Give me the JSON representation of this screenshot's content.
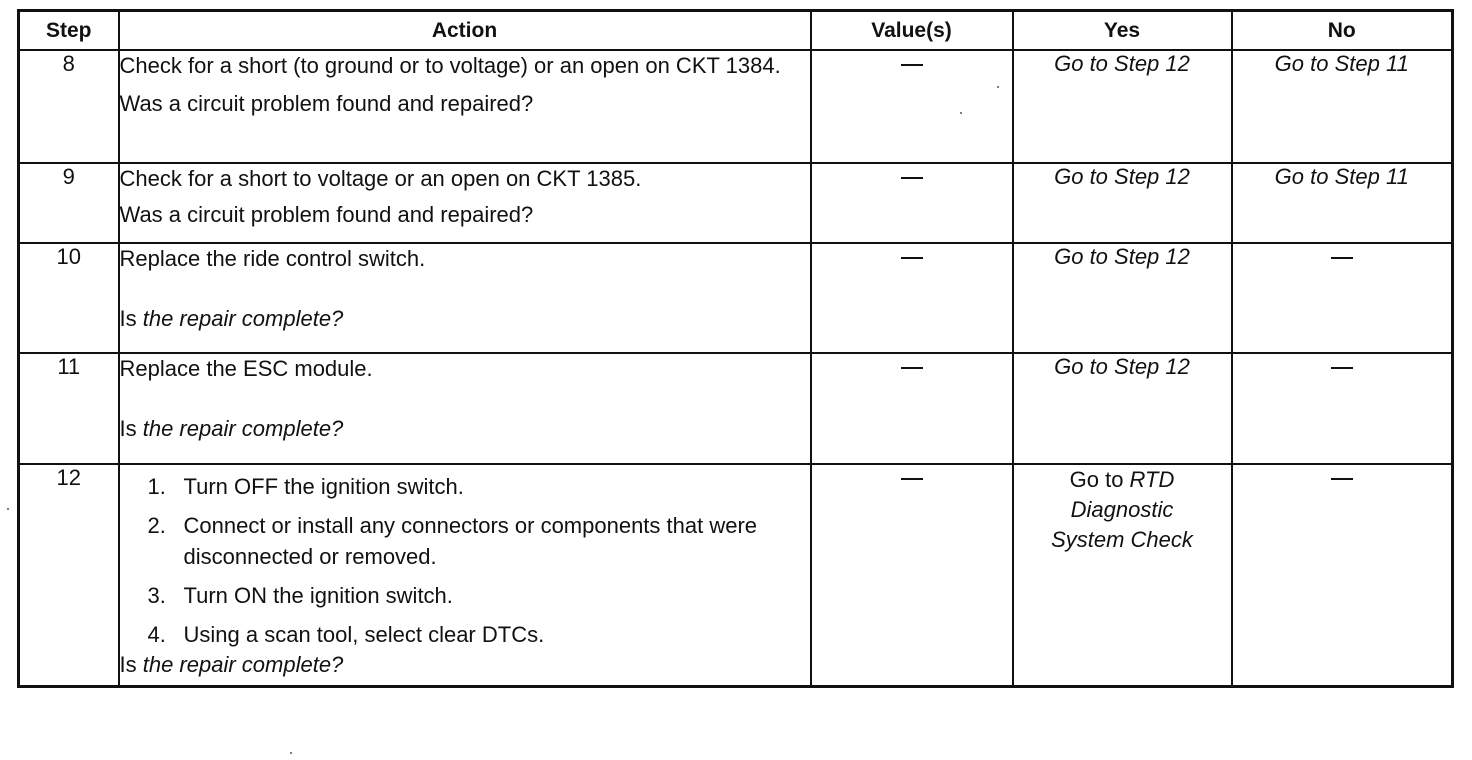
{
  "headers": {
    "step": "Step",
    "action": "Action",
    "values": "Value(s)",
    "yes": "Yes",
    "no": "No"
  },
  "rows": [
    {
      "step": "8",
      "action_lines": [
        "Check for a short (to ground or to voltage) or an open on CKT 1384."
      ],
      "question": "Was a circuit problem found and repaired?",
      "value": "—",
      "yes": "Go to Step 12",
      "no": "Go to Step 11"
    },
    {
      "step": "9",
      "action_lines": [
        "Check for a short to voltage or an open on CKT 1385."
      ],
      "question": "Was a circuit problem found and repaired?",
      "value": "—",
      "yes": "Go to Step 12",
      "no": "Go to Step 11"
    },
    {
      "step": "10",
      "action_lines": [
        "Replace the ride control switch."
      ],
      "question_prefix": "Is ",
      "question": "the repair complete?",
      "value": "—",
      "yes": "Go to Step 12",
      "no": "—"
    },
    {
      "step": "11",
      "action_lines": [
        "Replace the ESC module."
      ],
      "question_prefix": "Is ",
      "question": "the repair complete?",
      "value": "—",
      "yes": "Go to Step 12",
      "no": "—"
    },
    {
      "step": "12",
      "steps": [
        {
          "num": "1.",
          "text": "Turn OFF the ignition switch."
        },
        {
          "num": "2.",
          "text": "Connect or install any connectors or components that were disconnected or removed."
        },
        {
          "num": "3.",
          "text": "Turn ON the ignition switch."
        },
        {
          "num": "4.",
          "text": "Using a scan tool, select clear DTCs."
        }
      ],
      "question_prefix": "Is ",
      "question": "the repair complete?",
      "value": "—",
      "yes_prefix": "Go to ",
      "yes_italic": "RTD",
      "yes_line2": "Diagnostic",
      "yes_line3": "System Check",
      "no": "—"
    }
  ]
}
